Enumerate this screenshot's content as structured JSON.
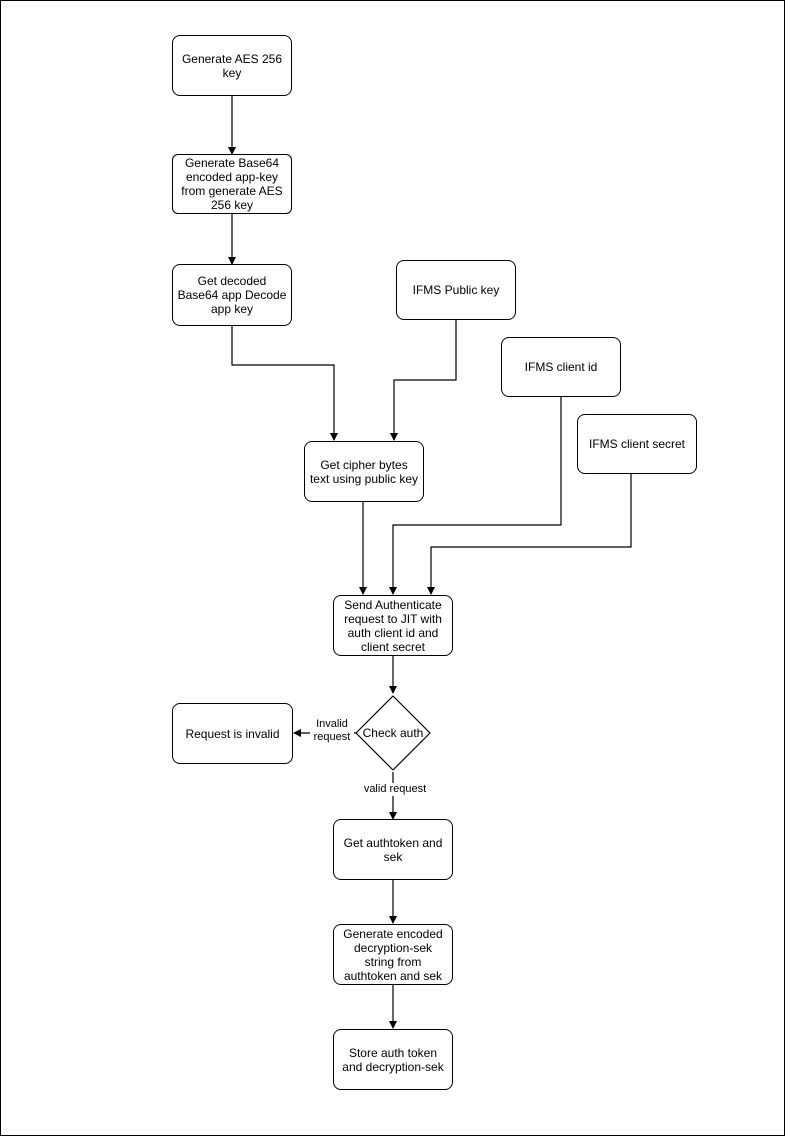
{
  "nodes": {
    "generate_aes": "Generate AES 256 key",
    "generate_base64": "Generate Base64 encoded app-key from generate AES 256 key",
    "get_decoded": "Get decoded Base64 app Decode app key",
    "ifms_public_key": "IFMS Public key",
    "ifms_client_id": "IFMS client id",
    "ifms_client_secret": "IFMS client secret",
    "get_cipher": "Get cipher bytes text using public key",
    "send_auth": "Send Authenticate request to JIT with auth client id and client secret",
    "check_auth": "Check auth",
    "request_invalid": "Request is invalid",
    "get_authtoken": "Get authtoken and sek",
    "generate_decryption": "Generate encoded decryption-sek string from authtoken and sek",
    "store_auth": "Store auth token and decryption-sek"
  },
  "edge_labels": {
    "invalid_request": "Invalid request",
    "valid_request": "valid request"
  },
  "colors": {
    "stroke": "#000000",
    "fill": "#ffffff"
  }
}
